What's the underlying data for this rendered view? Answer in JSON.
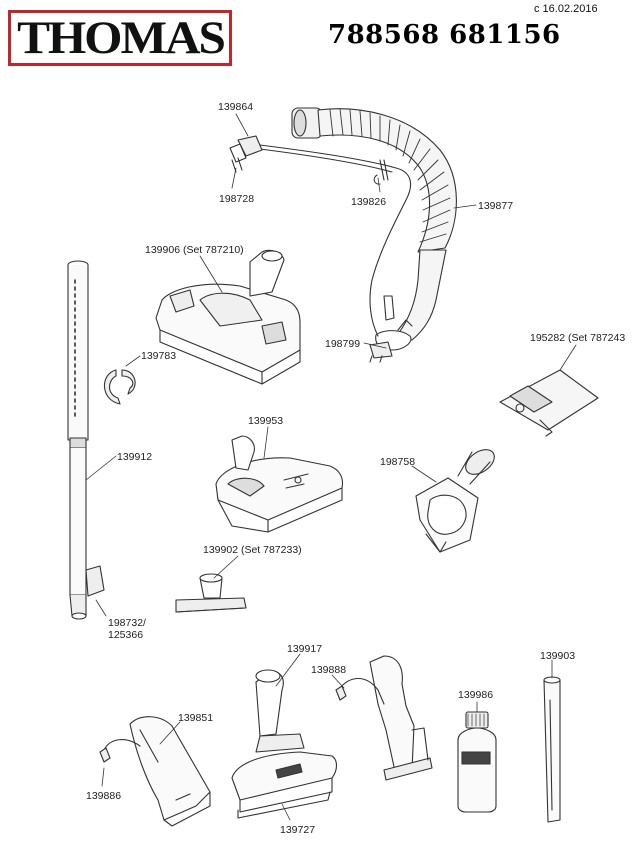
{
  "header": {
    "logo": "THOMAS",
    "date": "с  16.02.2016",
    "model": "788568 681156"
  },
  "colors": {
    "logo_border": "#c0272d",
    "line": "#333333"
  },
  "labels": [
    {
      "id": "139864",
      "text": "139864"
    },
    {
      "id": "198728",
      "text": "198728"
    },
    {
      "id": "139826",
      "text": "139826"
    },
    {
      "id": "139877",
      "text": "139877"
    },
    {
      "id": "139906",
      "text": "139906 (Set 787210)"
    },
    {
      "id": "198799",
      "text": "198799"
    },
    {
      "id": "139783",
      "text": "139783"
    },
    {
      "id": "195282",
      "text": "195282 (Set 787243"
    },
    {
      "id": "139953",
      "text": "139953"
    },
    {
      "id": "139912",
      "text": "139912"
    },
    {
      "id": "198758",
      "text": "198758"
    },
    {
      "id": "139902",
      "text": "139902 (Set 787233)"
    },
    {
      "id": "198732",
      "text": "198732/\n125366"
    },
    {
      "id": "139917",
      "text": "139917"
    },
    {
      "id": "139888",
      "text": "139888"
    },
    {
      "id": "139903",
      "text": "139903"
    },
    {
      "id": "139986",
      "text": "139986"
    },
    {
      "id": "139851",
      "text": "139851"
    },
    {
      "id": "139886",
      "text": "139886"
    },
    {
      "id": "139727",
      "text": "139727"
    }
  ]
}
